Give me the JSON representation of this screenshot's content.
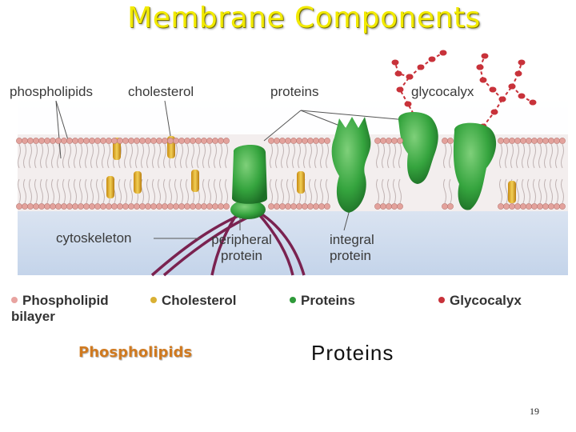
{
  "title": "Membrane Components",
  "labels": {
    "phospholipids": "phospholipids",
    "cholesterol": "cholesterol",
    "proteins": "proteins",
    "glycocalyx": "glycocalyx",
    "cytoskeleton": "cytoskeleton",
    "peripheral_l1": "peripheral",
    "peripheral_l2": "protein",
    "integral_l1": "integral",
    "integral_l2": "protein"
  },
  "legend": [
    {
      "text_l1": "Phospholipid",
      "text_l2": "bilayer",
      "color": "#e8a3a0"
    },
    {
      "text_l1": "Cholesterol",
      "text_l2": "",
      "color": "#d9b034"
    },
    {
      "text_l1": "Proteins",
      "text_l2": "",
      "color": "#2f9a3a"
    },
    {
      "text_l1": "Glycocalyx",
      "text_l2": "",
      "color": "#c8323a"
    }
  ],
  "bottom": {
    "left": "Phospholipids",
    "right": "Proteins"
  },
  "page_number": "19",
  "colors": {
    "title": "#f2ea00",
    "phospholipid_head": "#e3a29c",
    "cholesterol": "#e0b43a",
    "protein": "#3aa844",
    "glycocalyx": "#c8323a",
    "cytoskeleton": "#7a2250"
  }
}
